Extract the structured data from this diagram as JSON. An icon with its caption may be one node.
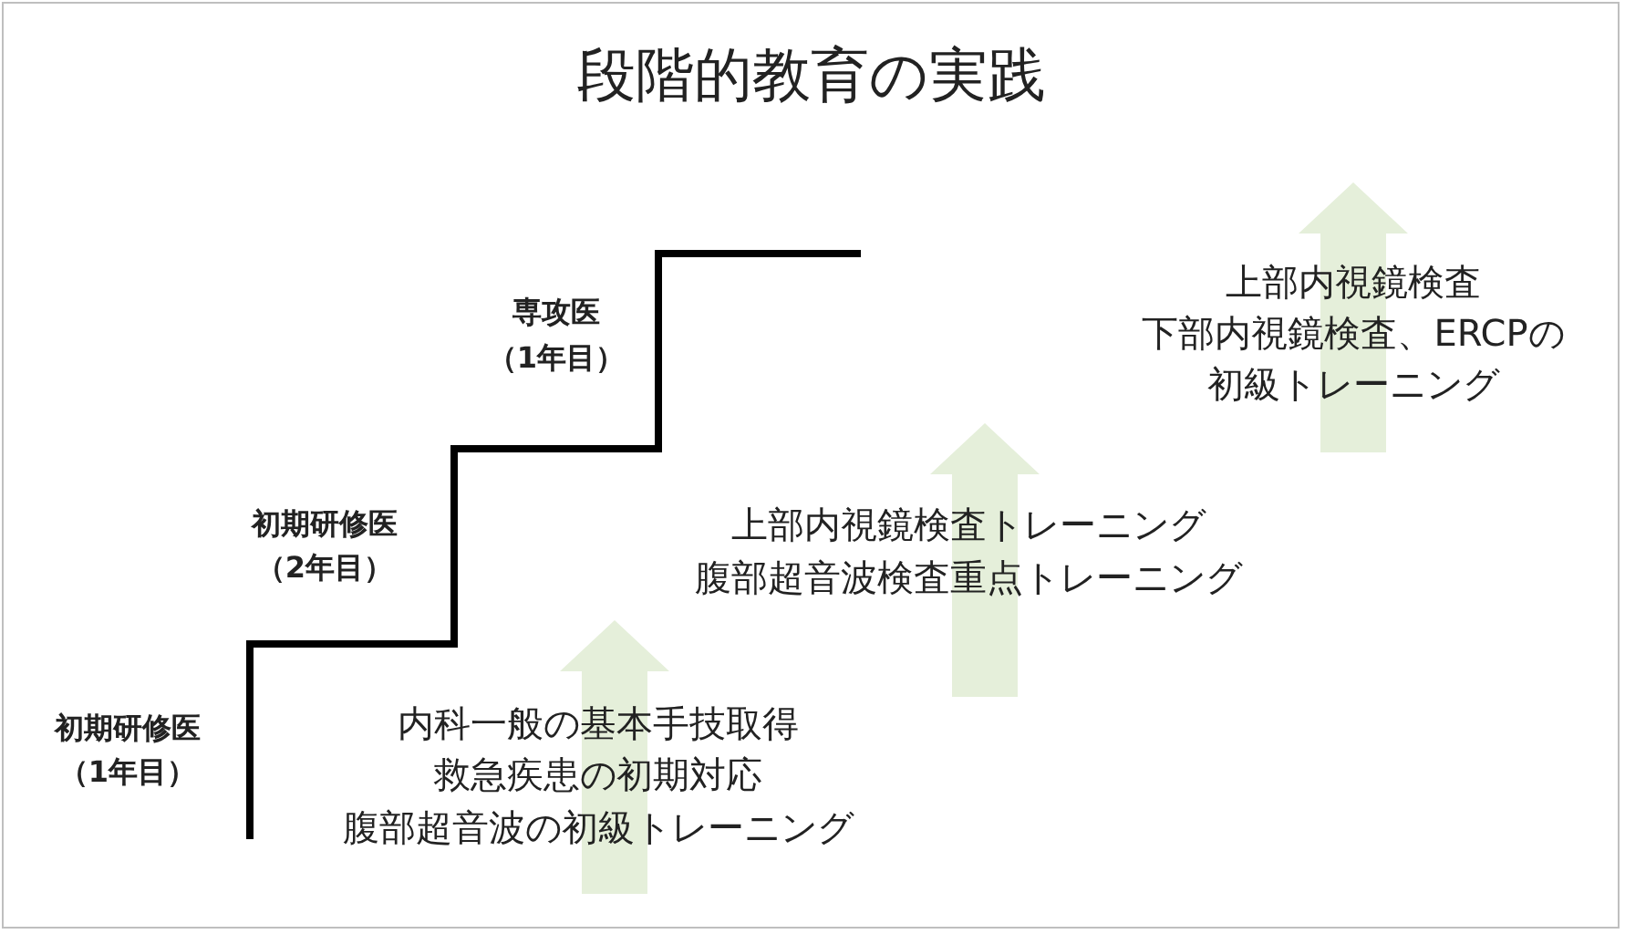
{
  "diagram": {
    "title": "段階的教育の実践",
    "labels": [
      "専攻医",
      "（1年目）",
      "上部内視鏡検査",
      "下部内視鏡検査、ERCPの",
      "初級トレーニング",
      "初期研修医",
      "（2年目）",
      "上部内視鏡検査トレーニング",
      "腹部超音波検査重点トレーニング",
      "初期研修医",
      "（1年目）",
      "内科一般の基本手技取得",
      "救急疾患の初期対応",
      "腹部超音波の初級トレーニング"
    ]
  }
}
